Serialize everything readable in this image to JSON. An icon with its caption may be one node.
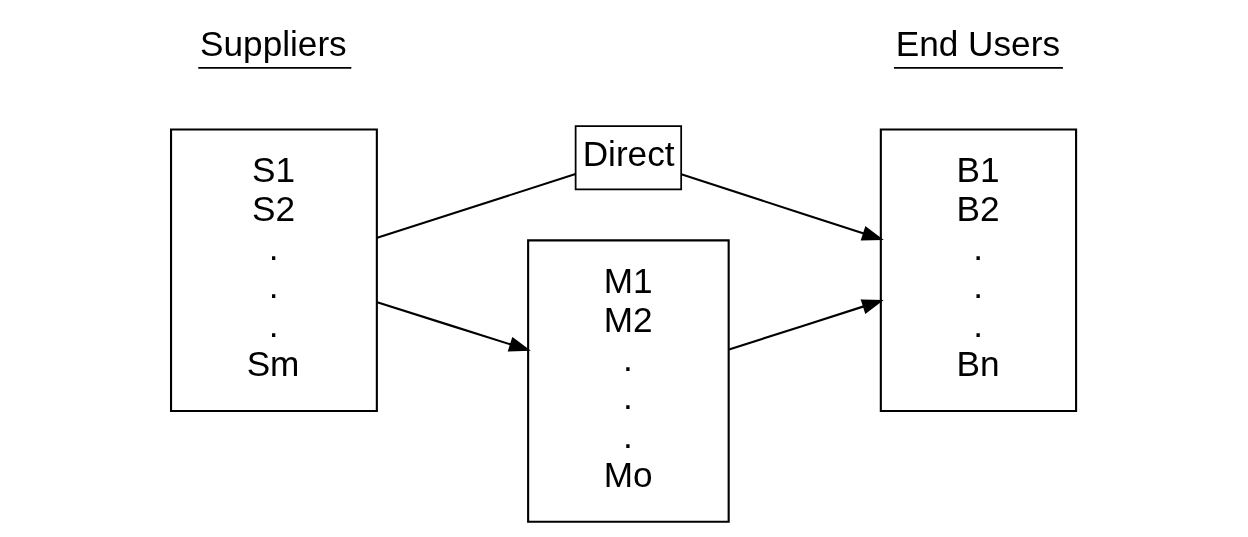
{
  "diagram": {
    "nodes": [
      {
        "text": [
          "S1",
          "S2",
          ".",
          ".",
          ".",
          "Sm"
        ]
      },
      {
        "text": [
          "Direct"
        ]
      },
      {
        "text": [
          "M1",
          "M2",
          ".",
          ".",
          ".",
          "Mo"
        ]
      },
      {
        "text": [
          "B1",
          "B2",
          ".",
          ".",
          ".",
          "Bn"
        ]
      }
    ],
    "edges": [
      {
        "from": 0,
        "to": 1,
        "arrow": "none"
      },
      {
        "from": 1,
        "to": 3,
        "arrow": "to"
      },
      {
        "from": 0,
        "to": 2,
        "arrow": "to"
      },
      {
        "from": 2,
        "to": 3,
        "arrow": "to"
      }
    ],
    "labels": [
      "Suppliers",
      "End Users"
    ]
  }
}
